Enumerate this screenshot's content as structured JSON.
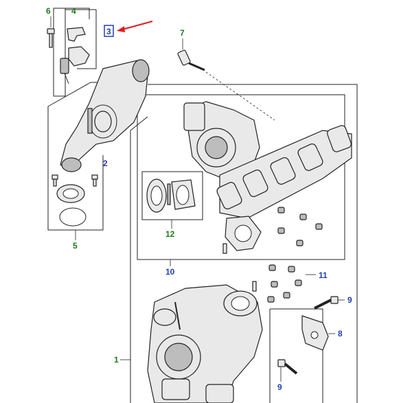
{
  "callouts": {
    "c1": "1",
    "c2": "2",
    "c3": "3",
    "c4": "4",
    "c5": "5",
    "c6": "6",
    "c7": "7",
    "c8": "8",
    "c9a": "9",
    "c9b": "9",
    "c10": "10",
    "c11": "11",
    "c12": "12"
  },
  "colors": {
    "label_green": "#1a7a1a",
    "label_blue": "#1f3fb0",
    "arrow_red": "#e01b1b",
    "highlight_box": "#1f3fb0"
  }
}
